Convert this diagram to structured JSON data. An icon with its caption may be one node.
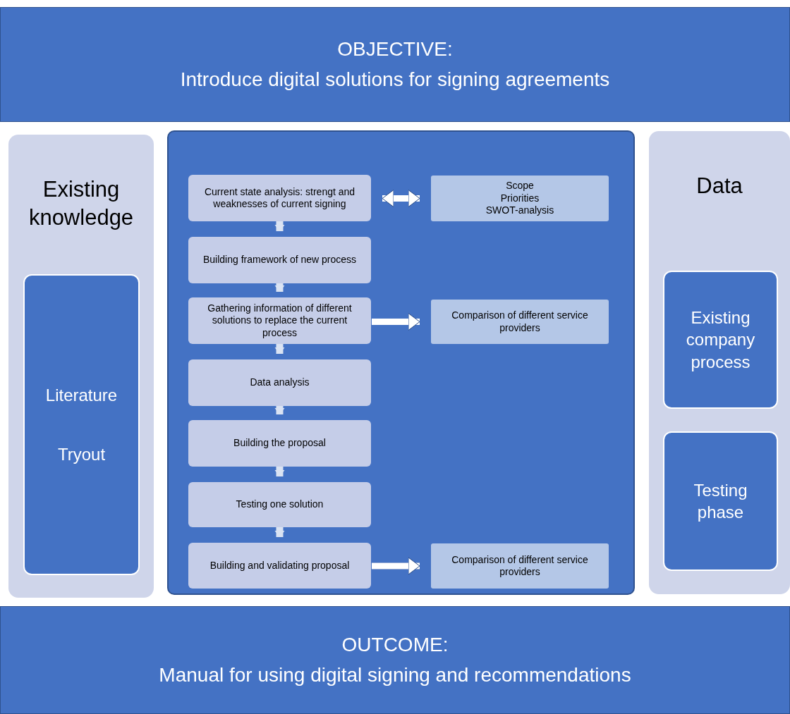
{
  "diagram": {
    "nodes": [
      {
        "text": [
          "OBJECTIVE:",
          "Introduce digital solutions for signing agreements"
        ]
      },
      {
        "text": [
          "Existing knowledge"
        ]
      },
      {
        "text": [
          "Literature",
          "Tryout"
        ],
        "in": 1
      },
      {
        "text": [],
        "shape": "box"
      },
      {
        "text": [
          "Current state analysis: strengt and weaknesses of current signing"
        ],
        "in": 3
      },
      {
        "text": [
          "Scope",
          "Priorities",
          "SWOT-analysis"
        ],
        "in": 3
      },
      {
        "text": [
          "Building framework of new process"
        ],
        "in": 3
      },
      {
        "text": [
          "Gathering information of different solutions to replace the current process"
        ],
        "in": 3
      },
      {
        "text": [
          "Comparison of different service providers"
        ],
        "in": 3
      },
      {
        "text": [
          "Data analysis"
        ],
        "in": 3
      },
      {
        "text": [
          "Building the proposal"
        ],
        "in": 3
      },
      {
        "text": [
          "Testing one solution"
        ],
        "in": 3
      },
      {
        "text": [
          "Building and validating proposal"
        ],
        "in": 3
      },
      {
        "text": [
          "Comparison of different service providers"
        ],
        "in": 3
      },
      {
        "text": [
          "Data"
        ]
      },
      {
        "text": [
          "Existing company process"
        ],
        "in": 14
      },
      {
        "text": [
          "Testing phase"
        ],
        "in": 14
      },
      {
        "text": [
          "OUTCOME:",
          "Manual for using digital signing and recommendations"
        ]
      }
    ],
    "edges": [
      {
        "from": 4,
        "to": 5,
        "arrow": "both",
        "color": "#ffffff"
      },
      {
        "from": 4,
        "to": 6,
        "arrow": "to"
      },
      {
        "from": 6,
        "to": 7,
        "arrow": "to"
      },
      {
        "from": 7,
        "to": 8,
        "arrow": "to",
        "color": "#ffffff"
      },
      {
        "from": 7,
        "to": 9,
        "arrow": "to"
      },
      {
        "from": 9,
        "to": 10,
        "arrow": "to"
      },
      {
        "from": 10,
        "to": 11,
        "arrow": "to"
      },
      {
        "from": 11,
        "to": 12,
        "arrow": "to"
      },
      {
        "from": 12,
        "to": 13,
        "arrow": "to",
        "color": "#ffffff"
      }
    ]
  }
}
